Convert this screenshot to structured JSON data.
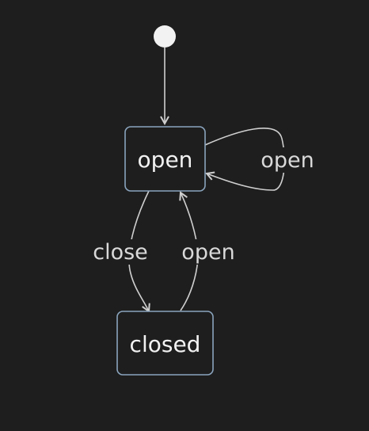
{
  "diagram": {
    "type": "state-diagram",
    "colors": {
      "background": "#1e1e1e",
      "state_border": "#8aa4bd",
      "edge": "#cfcfcf",
      "text": "#f2f2f2",
      "start_marker": "#f2f2f2"
    },
    "start_state": "open",
    "states": [
      {
        "id": "open",
        "label": "open"
      },
      {
        "id": "closed",
        "label": "closed"
      }
    ],
    "transitions": [
      {
        "from": "start",
        "to": "open",
        "label": ""
      },
      {
        "from": "open",
        "to": "open",
        "label": "open"
      },
      {
        "from": "open",
        "to": "closed",
        "label": "close"
      },
      {
        "from": "closed",
        "to": "open",
        "label": "open"
      }
    ]
  }
}
